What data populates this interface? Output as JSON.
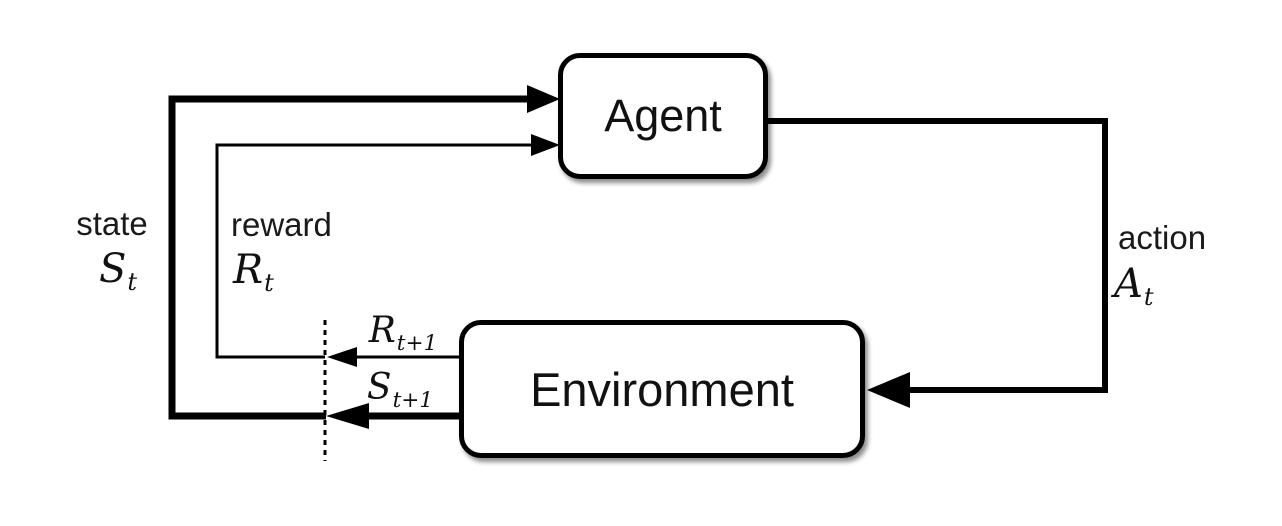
{
  "diagram": {
    "colors": {
      "background": "#ffffff",
      "line": "#000000",
      "text": "#1a1a1a",
      "node_fill": "#ffffff",
      "node_border": "#000000"
    },
    "nodes": {
      "agent": {
        "label": "Agent"
      },
      "environment": {
        "label": "Environment"
      }
    },
    "edges": {
      "state": {
        "word": "state",
        "symbol": {
          "base": "S",
          "sub": "t"
        }
      },
      "reward": {
        "word": "reward",
        "symbol": {
          "base": "R",
          "sub": "t"
        }
      },
      "action": {
        "word": "action",
        "symbol": {
          "base": "A",
          "sub": "t"
        }
      },
      "next_reward": {
        "symbol": {
          "base": "R",
          "sub": "t+1"
        }
      },
      "next_state": {
        "symbol": {
          "base": "S",
          "sub": "t+1"
        }
      }
    }
  }
}
